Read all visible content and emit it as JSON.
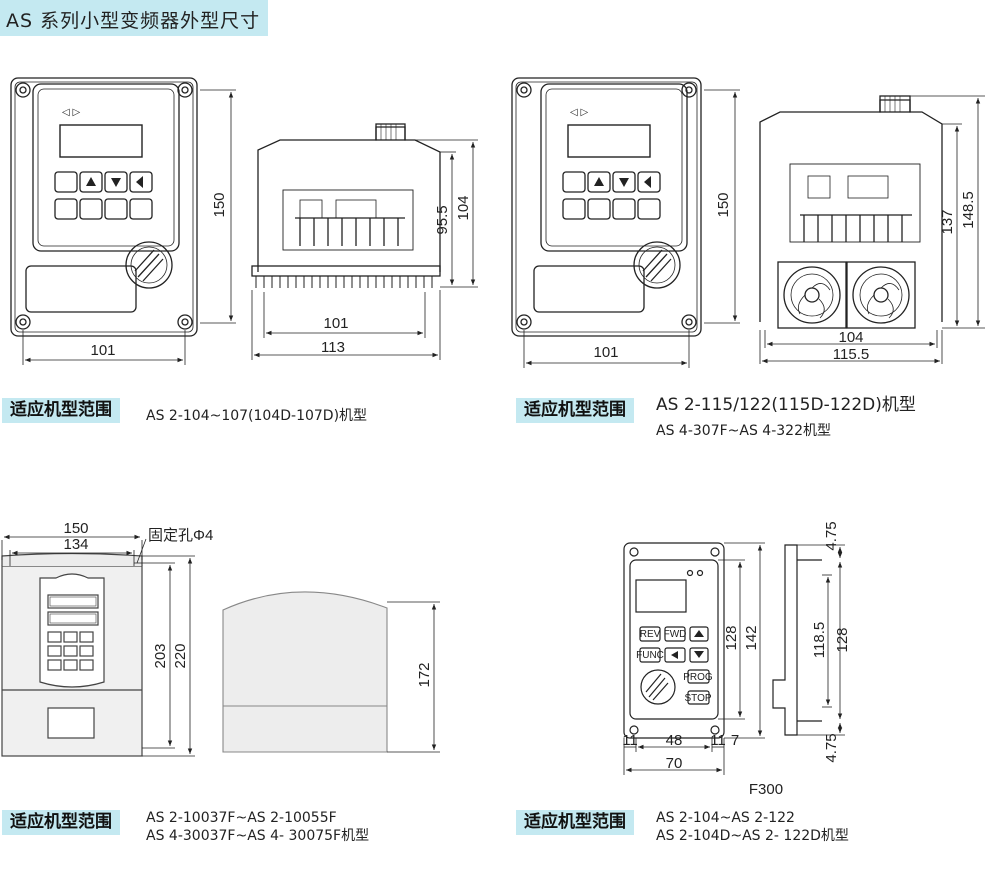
{
  "header": {
    "title": "AS 系列小型变频器外型尺寸"
  },
  "panels": [
    {
      "range_label": "适应机型范围",
      "models": [
        "AS 2-104~107(104D-107D)机型"
      ],
      "dims": {
        "front_height": "150",
        "front_width": "101",
        "side_h1": "95.5",
        "side_h2": "104",
        "side_w1": "101",
        "side_w2": "113"
      }
    },
    {
      "range_label": "适应机型范围",
      "models": [
        "AS 2-115/122(115D-122D)机型",
        "AS 4-307F~AS 4-322机型"
      ],
      "dims": {
        "front_height": "150",
        "front_width": "101",
        "side_h1": "137",
        "side_h2": "148.5",
        "side_w1": "104",
        "side_w2": "115.5"
      }
    },
    {
      "range_label": "适应机型范围",
      "models": [
        "AS 2-10037F~AS 2-10055F",
        "AS 4-30037F~AS 4- 30075F机型"
      ],
      "dims": {
        "w_outer": "150",
        "w_inner": "134",
        "hole_label": "固定孔Φ4",
        "h_inner": "203",
        "h_outer": "220",
        "side_h": "172"
      }
    },
    {
      "range_label": "适应机型范围",
      "models": [
        "AS 2-104~AS 2-122",
        "AS 2-104D~AS 2- 122D机型"
      ],
      "dims": {
        "title": "F300",
        "h_top": "4.75",
        "h_inner": "118.5",
        "h_panel": "128",
        "h_side": "128",
        "h_outer": "142",
        "h_bottom": "4.75",
        "w_left": "11",
        "w_mid": "48",
        "w_right": "11",
        "w_total": "70",
        "gap": "7"
      },
      "keys": [
        "REV",
        "FWD",
        "FUNC",
        "PROG",
        "STOP"
      ]
    }
  ]
}
